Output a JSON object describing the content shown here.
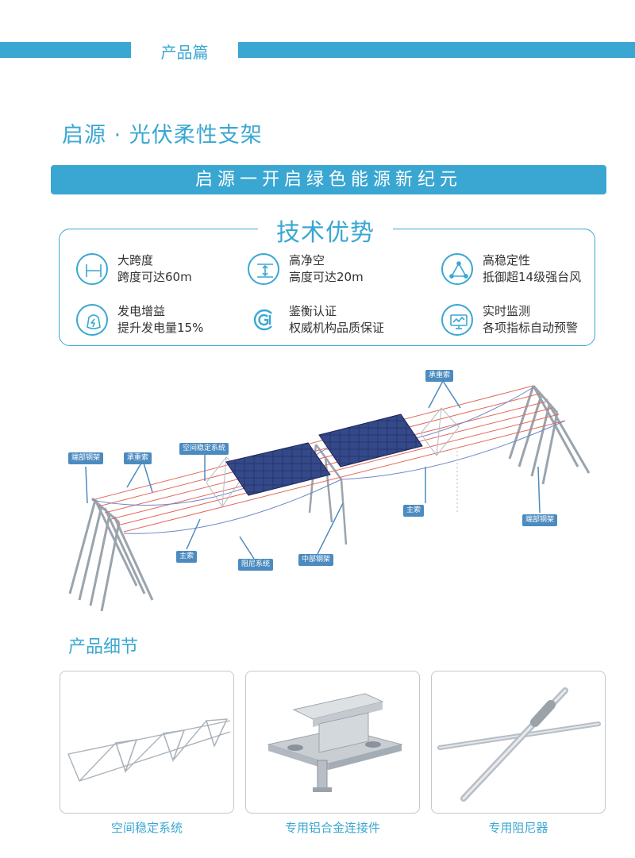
{
  "header": {
    "section": "产品篇"
  },
  "title": "启源 · 光伏柔性支架",
  "slogan": "启源一开启绿色能源新纪元",
  "advantages": {
    "title": "技术优势",
    "items": [
      {
        "icon": "span-icon",
        "line1": "大跨度",
        "line2": "跨度可达60m"
      },
      {
        "icon": "clearance-icon",
        "line1": "高净空",
        "line2": "高度可达20m"
      },
      {
        "icon": "triangle-stability-icon",
        "line1": "高稳定性",
        "line2": "抵御超14级强台风"
      },
      {
        "icon": "power-gain-icon",
        "line1": "发电增益",
        "line2": "提升发电量15%"
      },
      {
        "icon": "certification-icon",
        "line1": "鉴衡认证",
        "line2": "权威机构品质保证"
      },
      {
        "icon": "monitor-icon",
        "line1": "实时监测",
        "line2": "各项指标自动预警"
      }
    ]
  },
  "diagram": {
    "labels": {
      "end_frame_left": "端部钢架",
      "load_cable_left": "承重索",
      "space_stability": "空间稳定系统",
      "load_cable_right": "承重索",
      "main_cable_left": "主索",
      "damper": "阻尼系统",
      "middle_frame": "中部钢架",
      "main_cable_right": "主索",
      "end_frame_right": "端部钢架"
    }
  },
  "details": {
    "title": "产品细节",
    "items": [
      {
        "label": "空间稳定系统"
      },
      {
        "label": "专用铝合金连接件"
      },
      {
        "label": "专用阻尼器"
      }
    ]
  },
  "colors": {
    "accent": "#3aa7d2",
    "cable_red": "#e06a5c",
    "cable_blue": "#6f86c8",
    "tag": "#4c8bc0"
  }
}
